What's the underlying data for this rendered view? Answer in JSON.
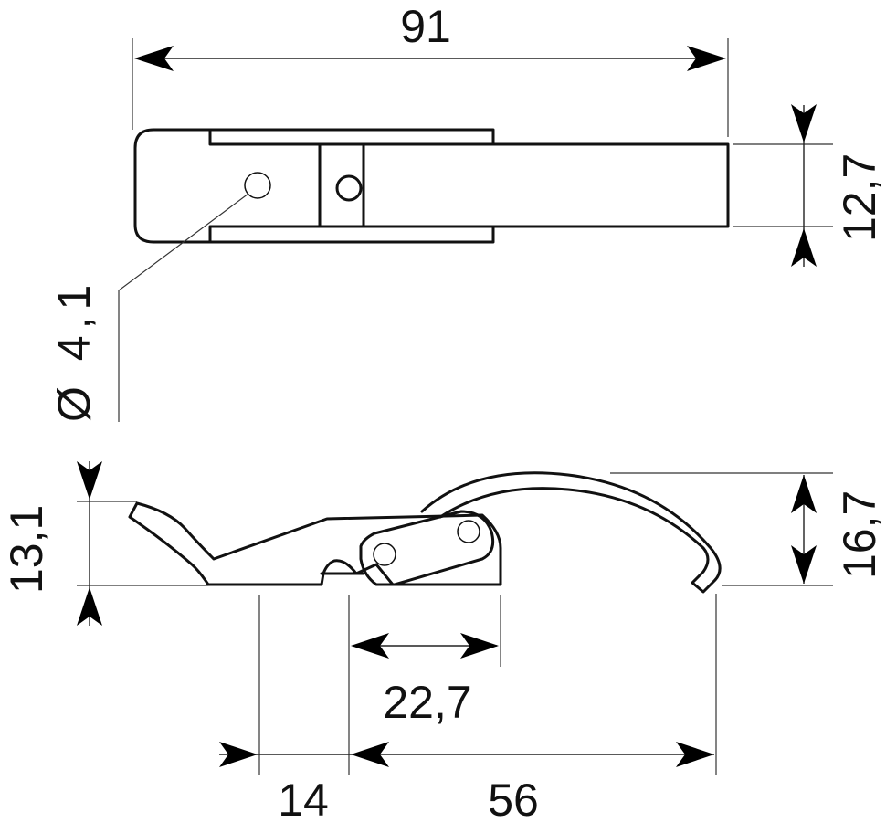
{
  "dimensions": {
    "overall_length": "91",
    "width": "12,7",
    "hole_diameter": "Ø 4,1",
    "base_height": "13,1",
    "hook_height": "16,7",
    "pivot_span": "22,7",
    "mount_offset": "14",
    "closed_reach": "56"
  }
}
